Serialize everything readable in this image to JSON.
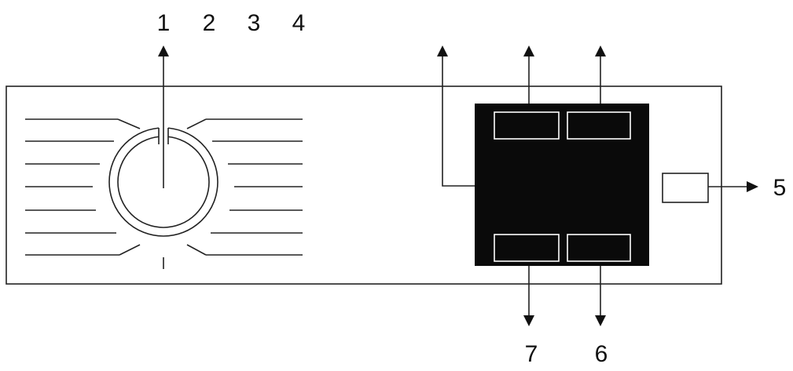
{
  "callouts": {
    "c1": "1",
    "c2": "2",
    "c3": "3",
    "c4": "4",
    "c5": "5",
    "c6": "6",
    "c7": "7"
  },
  "colors": {
    "display_panel": "#0a0a0a",
    "display_button_outline": "#ffffff",
    "line": "#222222",
    "background": "#ffffff"
  }
}
